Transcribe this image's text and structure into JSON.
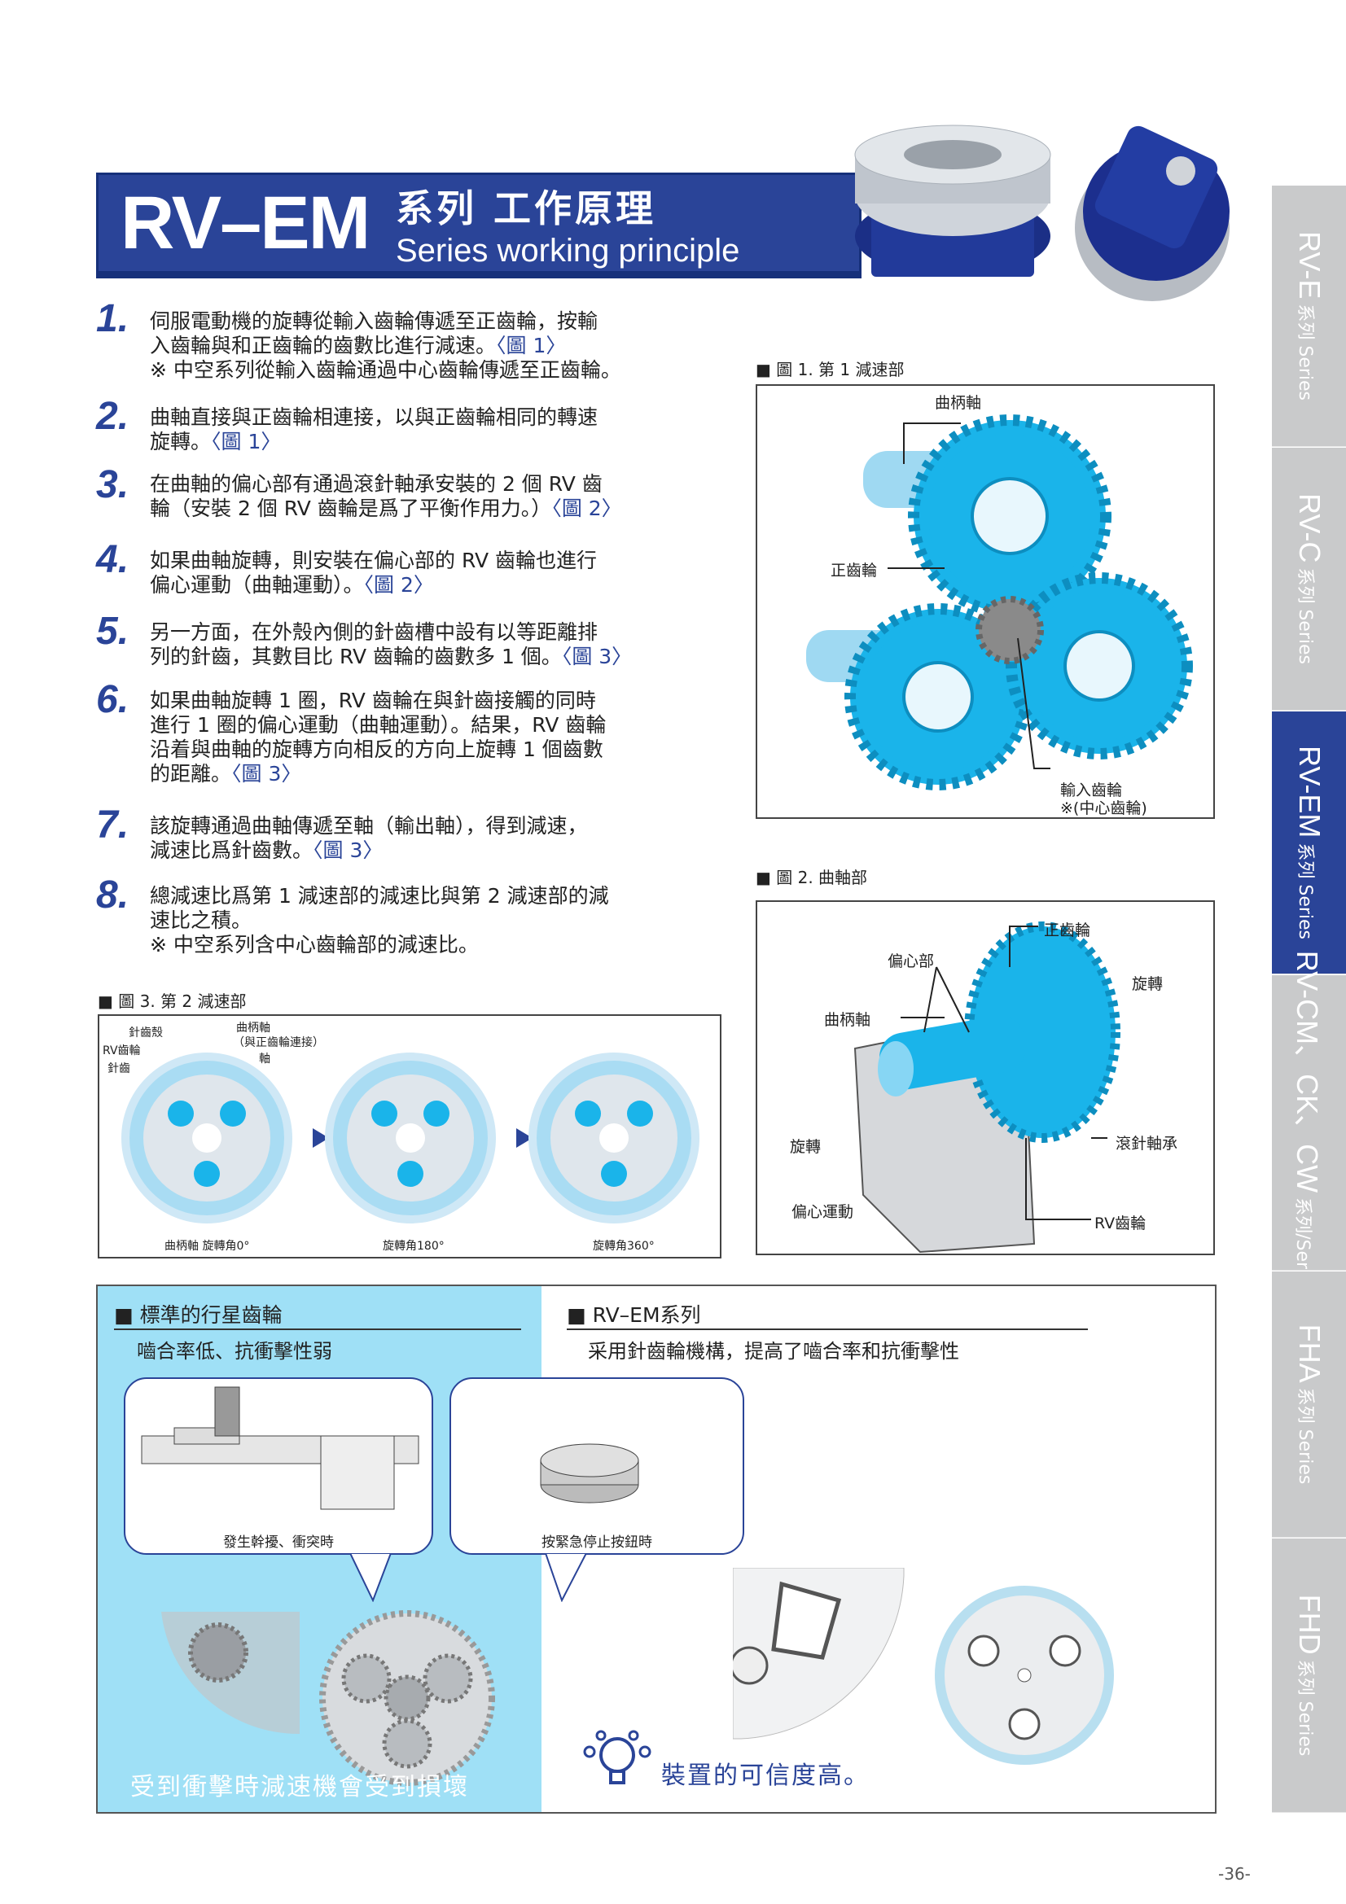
{
  "title": {
    "main": "RV–EM",
    "cn": "系列 工作原理",
    "en": "Series working principle"
  },
  "tabs": [
    {
      "big": "RV-E",
      "small": "系列 Series"
    },
    {
      "big": "RV-C",
      "small": "系列 Series"
    },
    {
      "big": "RV-EM",
      "small": "系列 Series"
    },
    {
      "big": "RV-CM、CK、CW",
      "small": "系列/Series"
    },
    {
      "big": "FHA",
      "small": "系列 Series"
    },
    {
      "big": "FHD",
      "small": "系列 Series"
    }
  ],
  "steps": [
    {
      "num": "1.",
      "lines": [
        "伺服電動機的旋轉從輸入齒輪傳遞至正齒輪，按輸",
        "入齒輪與和正齒輪的齒數比進行減速。"
      ],
      "ref": "〈圖 1〉",
      "note": "※ 中空系列從輸入齒輪通過中心齒輪傳遞至正齒輪。"
    },
    {
      "num": "2.",
      "lines": [
        "曲軸直接與正齒輪相連接，以與正齒輪相同的轉速",
        "旋轉。"
      ],
      "ref": "〈圖 1〉",
      "note": ""
    },
    {
      "num": "3.",
      "lines": [
        "在曲軸的偏心部有通過滾針軸承安裝的 2 個 RV 齒",
        "輪（安裝 2 個 RV 齒輪是爲了平衡作用力。）"
      ],
      "ref": "〈圖 2〉",
      "note": ""
    },
    {
      "num": "4.",
      "lines": [
        "如果曲軸旋轉，則安裝在偏心部的 RV 齒輪也進行",
        "偏心運動（曲軸運動）。"
      ],
      "ref": "〈圖 2〉",
      "note": ""
    },
    {
      "num": "5.",
      "lines": [
        "另一方面，在外殼內側的針齒槽中設有以等距離排",
        "列的針齒，其數目比 RV 齒輪的齒數多 1 個。"
      ],
      "ref": "〈圖 3〉",
      "note": ""
    },
    {
      "num": "6.",
      "lines": [
        "如果曲軸旋轉 1 圈，RV 齒輪在與針齒接觸的同時",
        "進行 1 圈的偏心運動（曲軸運動）。結果，RV 齒輪",
        "沿着與曲軸的旋轉方向相反的方向上旋轉 1 個齒數",
        "的距離。"
      ],
      "ref": "〈圖 3〉",
      "note": ""
    },
    {
      "num": "7.",
      "lines": [
        "該旋轉通過曲軸傳遞至軸（輸出軸），得到減速，",
        "減速比爲針齒數。"
      ],
      "ref": "〈圖 3〉",
      "note": ""
    },
    {
      "num": "8.",
      "lines": [
        "總減速比爲第 1 減速部的減速比與第 2 減速部的減",
        "速比之積。"
      ],
      "ref": "",
      "note": "※ 中空系列含中心齒輪部的減速比。"
    }
  ],
  "fig1": {
    "caption": "■ 圖 1. 第 1 減速部",
    "crank": "曲柄軸",
    "spur": "正齒輪",
    "input": "輸入齒輪",
    "input_note": "※(中心齒輪)"
  },
  "fig2": {
    "caption": "■ 圖 2. 曲軸部",
    "spur": "正齒輪",
    "eccentric": "偏心部",
    "rotate1": "旋轉",
    "crank": "曲柄軸",
    "rotate2": "旋轉",
    "needle_bearing": "滾針軸承",
    "eccentric_motion": "偏心運動",
    "rv_gear": "RV齒輪"
  },
  "fig3": {
    "caption": "■ 圖 3. 第 2 減速部",
    "case": "針齒殼",
    "rv_gear": "RV齒輪",
    "pin": "針齒",
    "crank": "曲柄軸",
    "crank_note": "（與正齒輪連接）",
    "shaft": "軸",
    "states": [
      "曲柄軸 旋轉角0°",
      "旋轉角180°",
      "旋轉角360°"
    ]
  },
  "compare": {
    "left_head": "■ 標準的行星齒輪",
    "left_sub": "嚙合率低、抗衝擊性弱",
    "left_bubble": "發生幹擾、衝突時",
    "left_result": "受到衝擊時減速機會受到損壞",
    "right_head": "■ RV–EM系列",
    "right_sub": "采用針齒輪機構，提高了嚙合率和抗衝擊性",
    "right_bubble": "按緊急停止按鈕時",
    "right_result": "裝置的可信度高。"
  },
  "page_number": "-36-",
  "colors": {
    "brand_blue": "#2a4498",
    "gear_cyan": "#1ab4ea",
    "light_cyan": "#9fe0f6",
    "tab_gray": "#c9cacb"
  }
}
